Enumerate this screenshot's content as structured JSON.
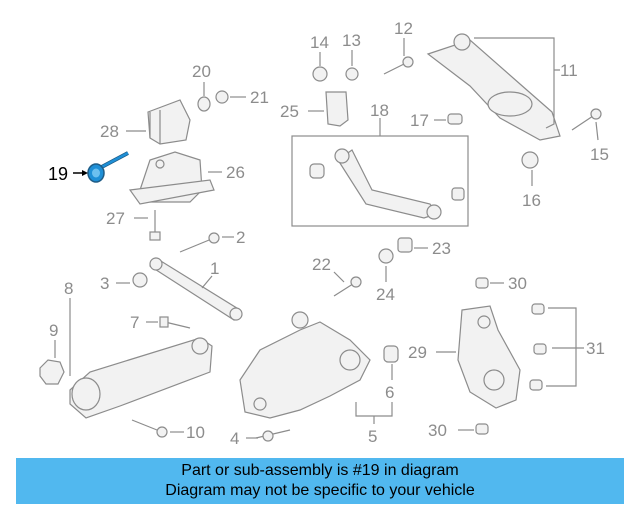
{
  "callouts": [
    {
      "id": "1",
      "label": "1"
    },
    {
      "id": "2",
      "label": "2"
    },
    {
      "id": "3",
      "label": "3"
    },
    {
      "id": "4",
      "label": "4"
    },
    {
      "id": "5",
      "label": "5"
    },
    {
      "id": "6",
      "label": "6"
    },
    {
      "id": "7",
      "label": "7"
    },
    {
      "id": "8",
      "label": "8"
    },
    {
      "id": "9",
      "label": "9"
    },
    {
      "id": "10",
      "label": "10"
    },
    {
      "id": "11",
      "label": "11"
    },
    {
      "id": "12",
      "label": "12"
    },
    {
      "id": "13",
      "label": "13"
    },
    {
      "id": "14",
      "label": "14"
    },
    {
      "id": "15",
      "label": "15"
    },
    {
      "id": "16",
      "label": "16"
    },
    {
      "id": "17",
      "label": "17"
    },
    {
      "id": "18",
      "label": "18"
    },
    {
      "id": "19",
      "label": "19"
    },
    {
      "id": "20",
      "label": "20"
    },
    {
      "id": "21",
      "label": "21"
    },
    {
      "id": "22",
      "label": "22"
    },
    {
      "id": "23",
      "label": "23"
    },
    {
      "id": "24",
      "label": "24"
    },
    {
      "id": "25",
      "label": "25"
    },
    {
      "id": "26",
      "label": "26"
    },
    {
      "id": "27",
      "label": "27"
    },
    {
      "id": "28",
      "label": "28"
    },
    {
      "id": "29",
      "label": "29"
    },
    {
      "id": "30a",
      "label": "30"
    },
    {
      "id": "30b",
      "label": "30"
    },
    {
      "id": "31",
      "label": "31"
    }
  ],
  "highlighted_part": "19",
  "colors": {
    "banner": "#51b8ef",
    "lines": "#8c8c8c",
    "highlight": "#1e8fd6"
  },
  "banner": {
    "line1": "Part or sub-assembly is #19 in diagram",
    "line2": "Diagram may not be specific to your vehicle"
  }
}
